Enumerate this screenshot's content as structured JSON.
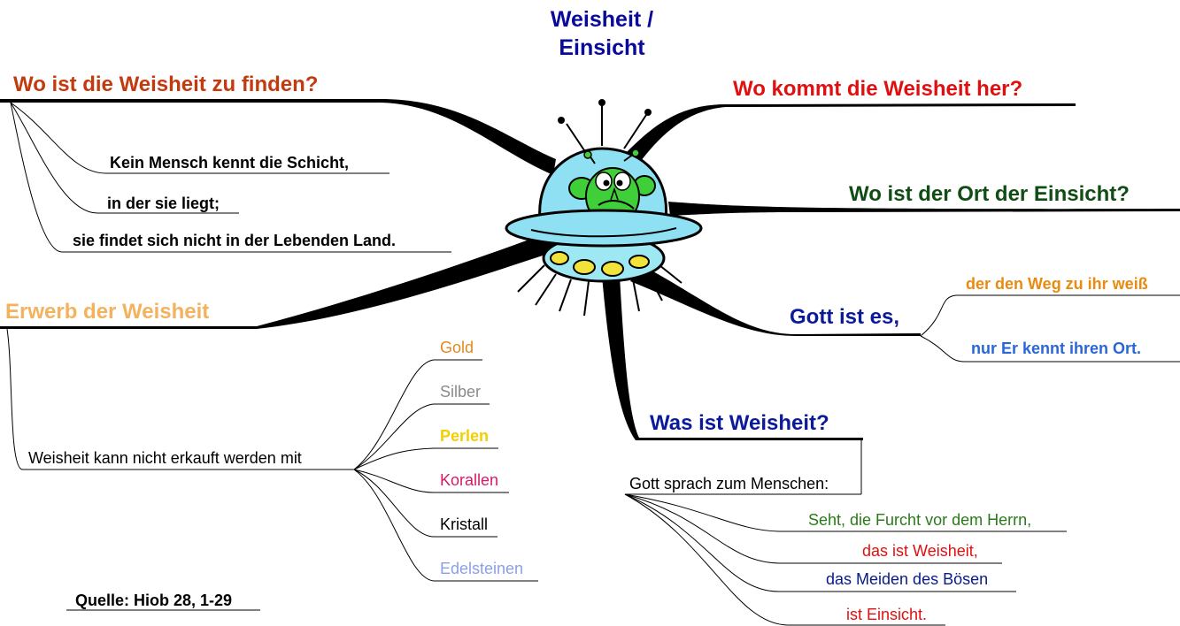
{
  "center": {
    "title_line1": "Weisheit /",
    "title_line2": "Einsicht",
    "color": "#0a0a9a",
    "icon": "alien-ufo-icon"
  },
  "branches": {
    "wo_finden": {
      "label": "Wo ist die Weisheit zu finden?",
      "color": "#c23a0e",
      "children": [
        "Kein Mensch kennt die Schicht,",
        "in der sie liegt;",
        "sie findet sich nicht in der Lebenden Land."
      ]
    },
    "erwerb": {
      "label": "Erwerb der Weisheit",
      "color": "#f4b25e",
      "child": "Weisheit kann nicht erkauft werden mit",
      "items": [
        {
          "label": "Gold",
          "color": "#e08a1e"
        },
        {
          "label": "Silber",
          "color": "#8a8a8a"
        },
        {
          "label": "Perlen",
          "color": "#f2cf00"
        },
        {
          "label": "Korallen",
          "color": "#d6186b"
        },
        {
          "label": "Kristall",
          "color": "#000000"
        },
        {
          "label": "Edelsteinen",
          "color": "#8aa0e6"
        }
      ]
    },
    "wo_kommt": {
      "label": "Wo kommt die Weisheit her?",
      "color": "#e01010"
    },
    "ort": {
      "label": "Wo ist der Ort der Einsicht?",
      "color": "#0f4d14"
    },
    "gott": {
      "label": "Gott ist es,",
      "color": "#0a1a9a",
      "children": [
        {
          "label": "der den Weg zu ihr weiß",
          "color": "#ea8a10"
        },
        {
          "label": "nur Er kennt ihren Ort.",
          "color": "#2a66d6"
        }
      ]
    },
    "was_ist": {
      "label": "Was ist Weisheit?",
      "color": "#0a1a9a",
      "child": "Gott sprach zum Menschen:",
      "items": [
        {
          "label": "Seht, die Furcht vor dem Herrn,",
          "color": "#2a7a1a"
        },
        {
          "label": "das ist Weisheit,",
          "color": "#e01010"
        },
        {
          "label": "das Meiden des Bösen",
          "color": "#0a1a8a"
        },
        {
          "label": "ist Einsicht.",
          "color": "#e01010"
        }
      ]
    }
  },
  "source": "Quelle: Hiob 28, 1-29"
}
